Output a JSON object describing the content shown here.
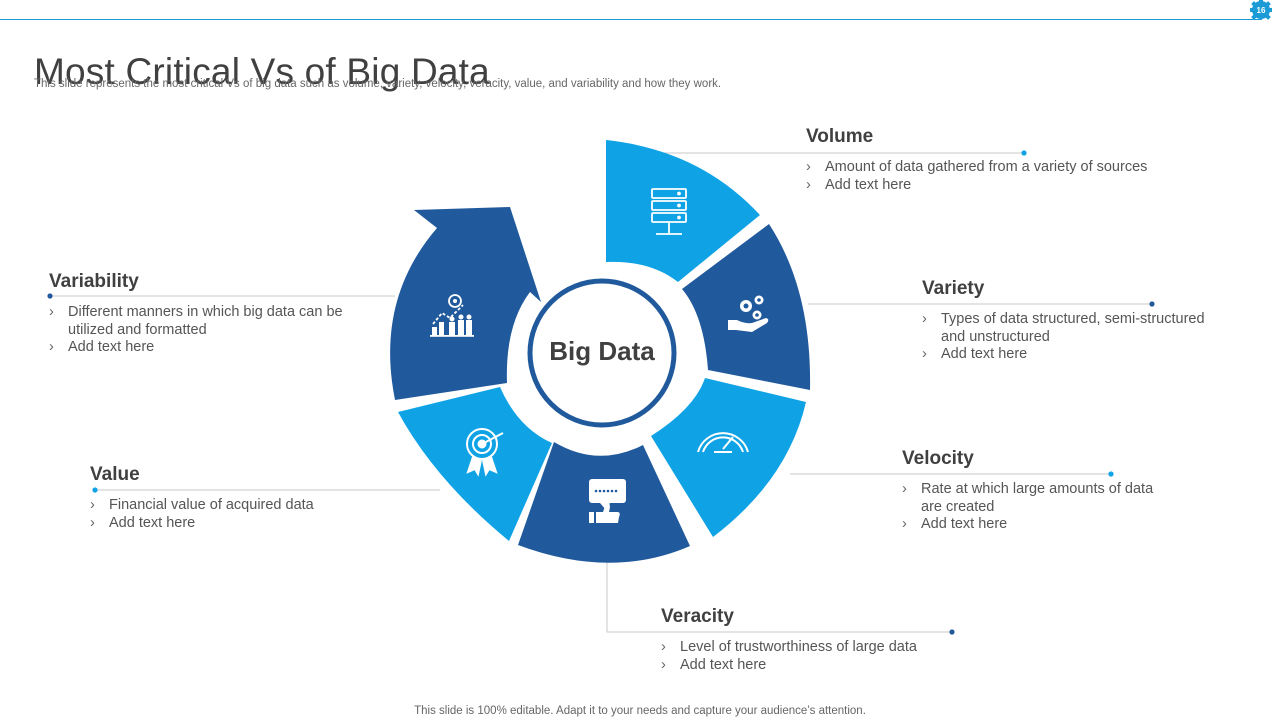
{
  "slide": {
    "title": "Most Critical Vs of Big Data",
    "subtitle": "This slide represents the most critical Vs of big data such as volume, variety, velocity, veracity, value, and variability and how they work.",
    "footer": "This slide is 100% editable. Adapt it to your needs and capture your audience’s attention.",
    "page_number": "16"
  },
  "colors": {
    "light_blue": "#0fa3e6",
    "dark_blue": "#215a9c",
    "line": "#c9c9c9",
    "text": "#404040"
  },
  "center": {
    "label": "Big Data"
  },
  "segments": [
    {
      "name": "Volume",
      "icon": "server-rack-icon",
      "color": "light_blue",
      "bullets": [
        "Amount of data gathered from a variety of sources",
        "Add text here"
      ]
    },
    {
      "name": "Variety",
      "icon": "gears-on-hand-icon",
      "color": "dark_blue",
      "bullets": [
        "Types of data structured, semi-structured and unstructured",
        "Add text here"
      ]
    },
    {
      "name": "Velocity",
      "icon": "speedometer-icon",
      "color": "light_blue",
      "bullets": [
        "Rate at which large amounts of data are created",
        "Add text here"
      ]
    },
    {
      "name": "Veracity",
      "icon": "chat-thumbs-up-icon",
      "color": "dark_blue",
      "bullets": [
        "Level of trustworthiness of large data",
        "Add text here"
      ]
    },
    {
      "name": "Value",
      "icon": "award-target-icon",
      "color": "light_blue",
      "bullets": [
        "Financial value of acquired data",
        "Add text here"
      ]
    },
    {
      "name": "Variability",
      "icon": "growth-chart-people-icon",
      "color": "dark_blue",
      "bullets": [
        "Different manners in which big data can be utilized and formatted",
        "Add text here"
      ]
    }
  ]
}
